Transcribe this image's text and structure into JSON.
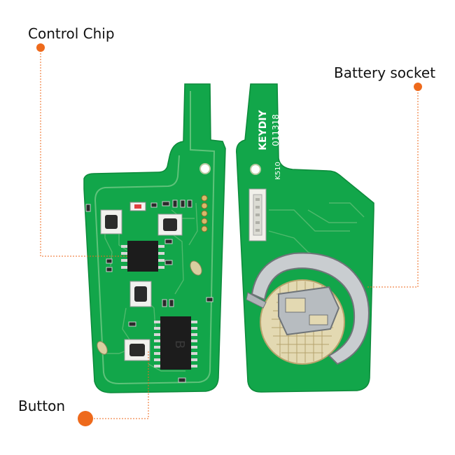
{
  "callouts": {
    "control_chip": "Control Chip",
    "battery_socket": "Battery socket",
    "button": "Button"
  },
  "board_markings": {
    "brand": "KEYDIY",
    "serial": "011318",
    "model": "K510",
    "ic_letter": "B"
  },
  "colors": {
    "pcb_green": "#12a64a",
    "pcb_trace": "#5fc27a",
    "callout_orange": "#ee6a1c",
    "metal": "#c9cdd0"
  }
}
